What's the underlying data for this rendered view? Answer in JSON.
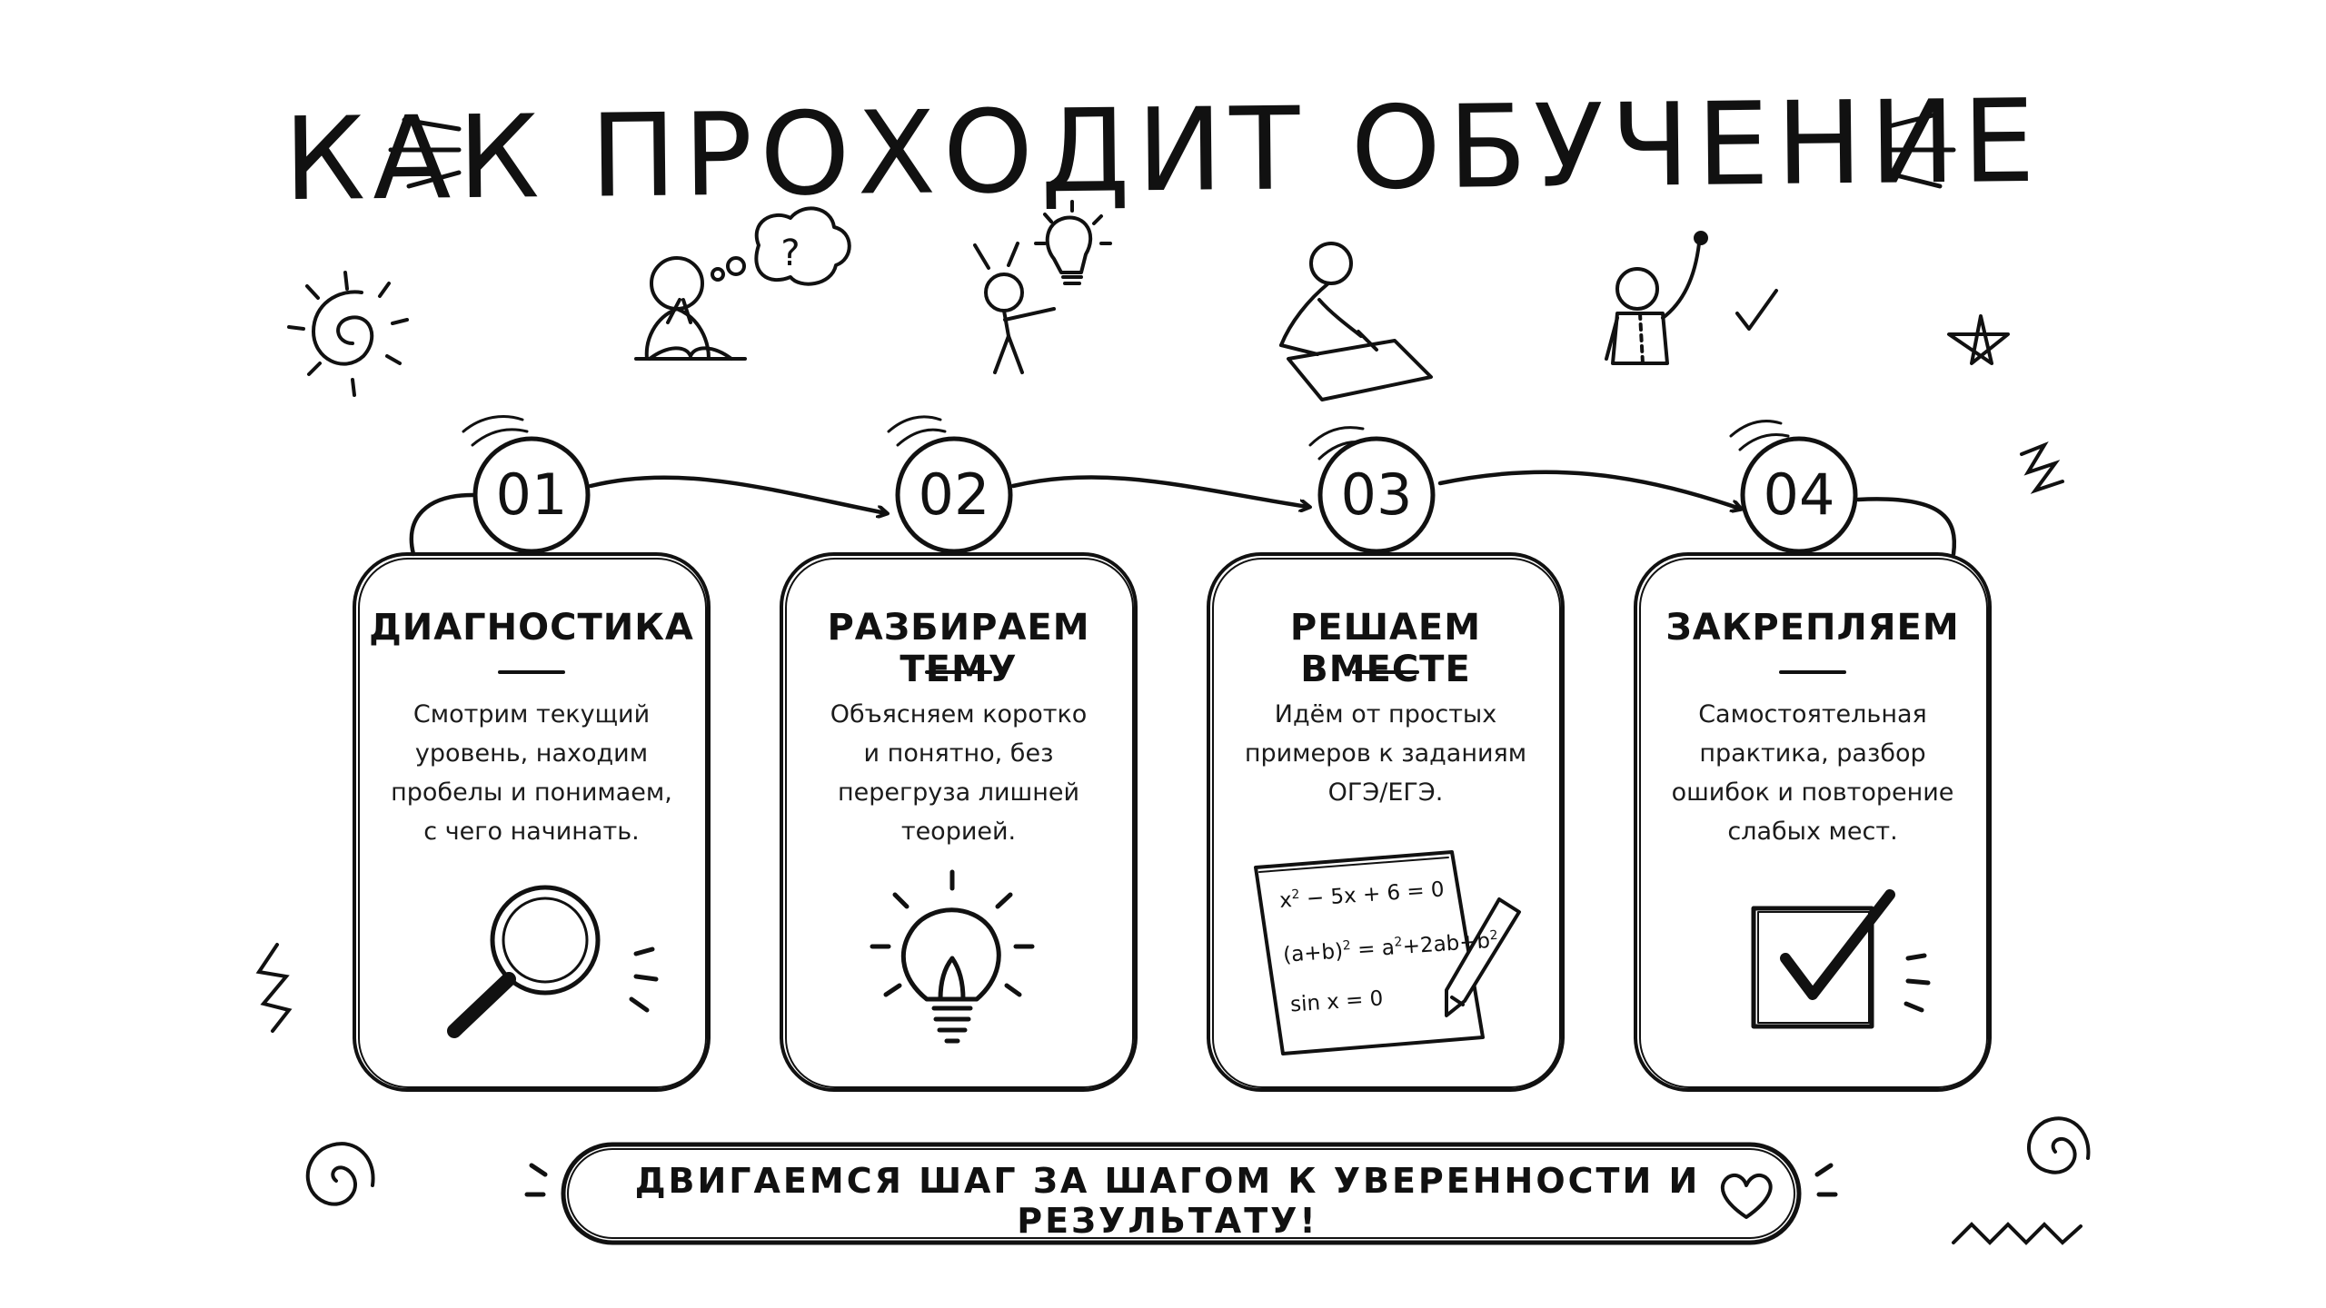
{
  "title": "КАК ПРОХОДИТ ОБУЧЕНИЕ",
  "steps": [
    {
      "number": "01",
      "title": "ДИАГНОСТИКА",
      "lines": [
        "Смотрим текущий",
        "уровень, находим",
        "пробелы и понимаем,",
        "с чего начинать."
      ],
      "icon": "magnifier-icon"
    },
    {
      "number": "02",
      "title": "РАЗБИРАЕМ ТЕМУ",
      "lines": [
        "Объясняем коротко",
        "и понятно, без",
        "перегруза лишней",
        "теорией."
      ],
      "icon": "lightbulb-icon"
    },
    {
      "number": "03",
      "title": "РЕШАЕМ ВМЕСТЕ",
      "lines": [
        "Идём от простых",
        "примеров к заданиям",
        "ОГЭ/ЕГЭ."
      ],
      "icon": "formula-sheet-icon"
    },
    {
      "number": "04",
      "title": "ЗАКРЕПЛЯЕМ",
      "lines": [
        "Самостоятельная",
        "практика, разбор",
        "ошибок и повторение",
        "слабых мест."
      ],
      "icon": "checkbox-icon"
    }
  ],
  "formulas": {
    "f1": {
      "base": "x",
      "exp": "2",
      "rest": " − 5x + 6 = 0"
    },
    "f2": {
      "a": "(a+b)",
      "e1": "2",
      "b": " = a",
      "e2": "2",
      "c": "+2ab+b",
      "e3": "2"
    },
    "f3": "sin x = 0"
  },
  "question_mark": "?",
  "footer": "ДВИГАЕМСЯ ШАГ ЗА ШАГОМ К УВЕРЕННОСТИ И РЕЗУЛЬТАТУ!",
  "colors": {
    "ink": "#111111",
    "background": "#ffffff"
  }
}
